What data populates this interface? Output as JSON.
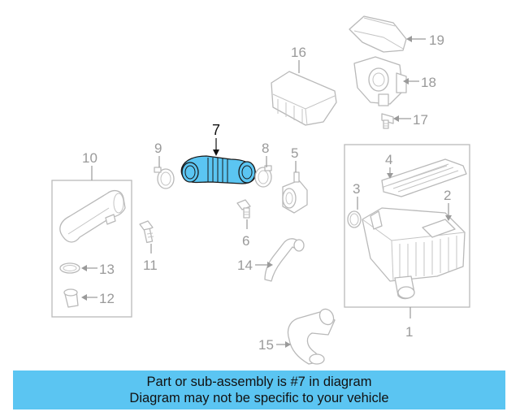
{
  "callouts": {
    "c1": "1",
    "c2": "2",
    "c3": "3",
    "c4": "4",
    "c5": "5",
    "c6": "6",
    "c7": "7",
    "c8": "8",
    "c9": "9",
    "c10": "10",
    "c11": "11",
    "c12": "12",
    "c13": "13",
    "c14": "14",
    "c15": "15",
    "c16": "16",
    "c17": "17",
    "c18": "18",
    "c19": "19"
  },
  "highlight": {
    "part": "7",
    "color": "#5bc5f2"
  },
  "banner": {
    "line1": "Part or sub-assembly is #7 in diagram",
    "line2": "Diagram may not be specific to your vehicle",
    "background": "#5bc5f2"
  }
}
